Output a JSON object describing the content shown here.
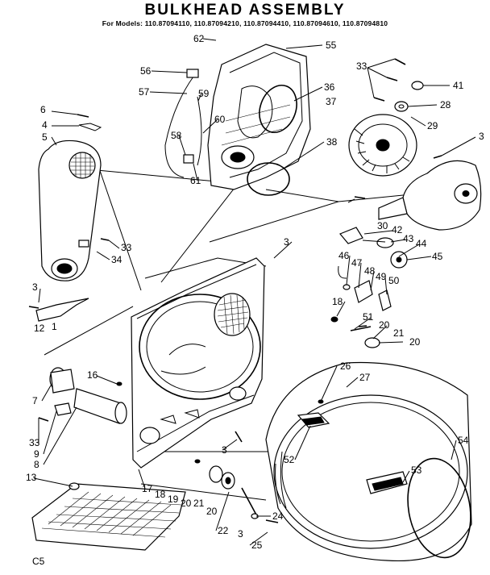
{
  "title": "BULKHEAD ASSEMBLY",
  "models_line": "For Models: 110.87094110, 110.87094210, 110.87094410, 110.87094610, 110.87094810",
  "corner_code": "C5",
  "callouts": [
    "62",
    "55",
    "56",
    "57",
    "59",
    "60",
    "58",
    "61",
    "36",
    "38",
    "37",
    "33",
    "41",
    "28",
    "29",
    "3",
    "6",
    "4",
    "5",
    "33",
    "34",
    "3",
    "1",
    "12",
    "30",
    "42",
    "43",
    "44",
    "45",
    "46",
    "47",
    "48",
    "49",
    "50",
    "18",
    "51",
    "20",
    "21",
    "20",
    "16",
    "7",
    "33",
    "9",
    "8",
    "26",
    "27",
    "52",
    "53",
    "54",
    "13",
    "17",
    "18",
    "19",
    "20",
    "21",
    "20",
    "22",
    "24",
    "3",
    "25",
    "3",
    "3"
  ]
}
